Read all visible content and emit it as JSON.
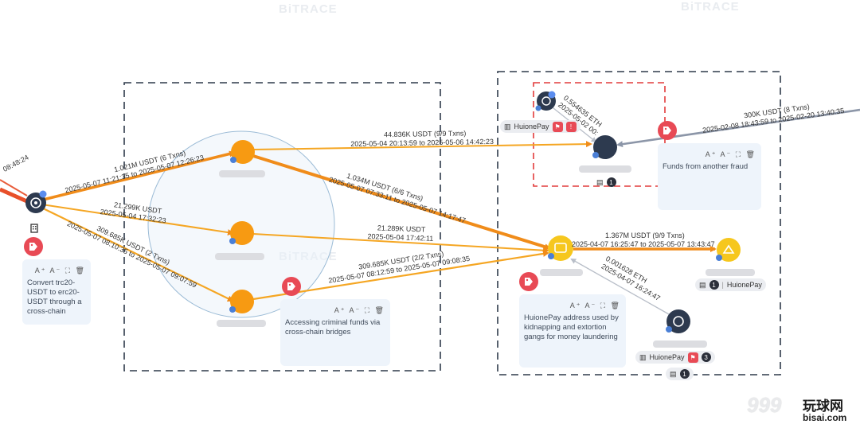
{
  "watermark": "BiTRACE",
  "site_logo": {
    "digits": "999",
    "cn": "玩球网",
    "domain": "bisai.com"
  },
  "edges": {
    "e_left": "08:48:24",
    "e1": {
      "amount": "1.021M USDT (6 Txns)",
      "range": "2025-05-07 11:21:35 to 2025-05-07 12:26:23"
    },
    "e2": {
      "amount": "21.299K USDT",
      "range": "2025-05-04 17:32:23"
    },
    "e3": {
      "amount": "309.685K USDT (2 Txns)",
      "range": "2025-05-07 08:10:35 to 2025-05-07 09:07:59"
    },
    "e4": {
      "amount": "44.836K USDT (9/9 Txns)",
      "range": "2025-05-04 20:13:59 to 2025-05-06 14:42:23"
    },
    "e5": {
      "amount": "1.034M USDT (6/6 Txns)",
      "range": "2025-05-07 07:33:11 to 2025-05-07 14:17:47"
    },
    "e6": {
      "amount": "21.289K USDT",
      "range": "2025-05-04 17:42:11"
    },
    "e7": {
      "amount": "309.685K USDT (2/2 Txns)",
      "range": "2025-05-07 08:12:59 to 2025-05-07 09:08:35"
    },
    "e8": {
      "amount": "1.367M USDT (9/9 Txns)",
      "range": "2025-04-07 16:25:47 to 2025-05-07 13:43:47"
    },
    "e9": {
      "amount": "0.001628 ETH",
      "range": "2025-04-07 16:24:47"
    },
    "e10": {
      "amount": "0.554635 ETH",
      "range": "2025-05-02 00:"
    },
    "e11": {
      "amount": "300K USDT (8 Txns)",
      "range": "2025-02-08 18:43:59 to 2025-02-20 13:40:35"
    }
  },
  "notes": {
    "left": {
      "tools": "A⁺ A⁻ ⛶ 🗑",
      "text": "Convert trc20-USDT to erc20-USDT through a cross-chain"
    },
    "bridge": {
      "tools": "A⁺ A⁻ ⛶ 🗑",
      "text": "Accessing criminal funds via cross-chain bridges"
    },
    "huione": {
      "tools": "A⁺ A⁻ ⛶ 🗑",
      "text": "HuionePay address used by kidnapping and extortion gangs for money laundering"
    },
    "fraud": {
      "tools": "A⁺ A⁻ ⛶ 🗑",
      "text": "Funds from another fraud"
    }
  },
  "chips": {
    "top_entity": {
      "label": "HuionePay"
    },
    "bottom_entity": {
      "label": "HuionePay",
      "count": "3"
    },
    "dest": {
      "count": "1",
      "label": "HuionePay"
    },
    "dark_count": "1",
    "bottom_count": "1"
  },
  "colors": {
    "flow": "#f5a623",
    "heavy_flow": "#f08c1a",
    "node_orange": "#f79a12",
    "node_yellow": "#f6c71e",
    "node_dark": "#2d3a4f",
    "tag_red": "#e84a55",
    "grey_flow": "#8c96a8"
  }
}
